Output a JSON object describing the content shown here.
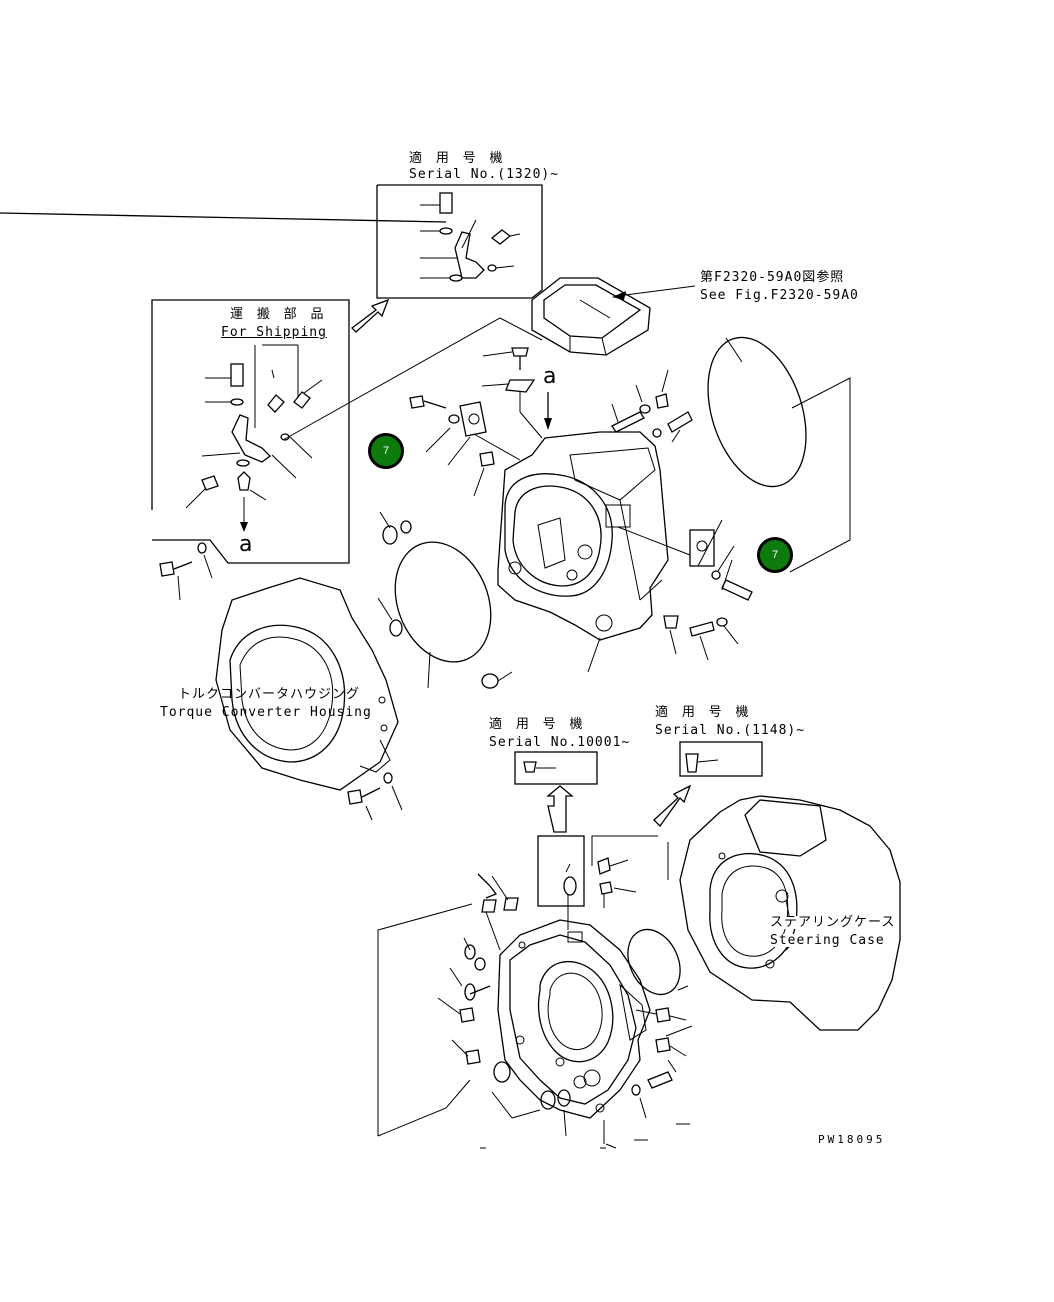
{
  "labels": {
    "serial_top_jp": "適 用 号 機",
    "serial_top_en": "Serial No.(1320)~",
    "see_fig_jp": "第F2320-59A0図参照",
    "see_fig_en": "See Fig.F2320-59A0",
    "shipping_jp": "運 搬 部 品",
    "shipping_en": "For Shipping",
    "ref_a_top": "a",
    "ref_a_bottom": "a",
    "torque_jp": "トルクコンバータハウジング",
    "torque_en": "Torque Converter Housing",
    "serial_mid_jp": "適 用 号 機",
    "serial_mid_en": "Serial No.10001~",
    "serial_right_jp": "適 用 号 機",
    "serial_right_en": "Serial No.(1148)~",
    "steering_jp": "ステアリングケース",
    "steering_en": "Steering Case",
    "drawing_code": "PW18095"
  },
  "callouts": [
    {
      "number": "7",
      "color": "#0d7a0d"
    },
    {
      "number": "7",
      "color": "#0d7a0d"
    }
  ]
}
